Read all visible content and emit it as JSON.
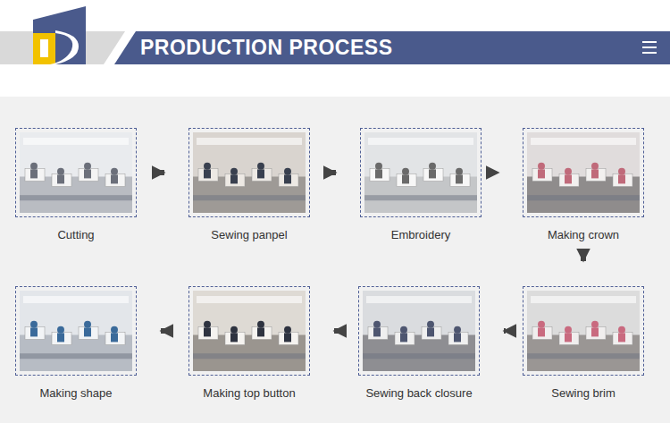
{
  "diagram": {
    "title": "PRODUCTION PROCESS",
    "nodes": [
      {
        "text": [
          "Cutting"
        ]
      },
      {
        "text": [
          "Sewing panpel"
        ]
      },
      {
        "text": [
          "Embroidery"
        ]
      },
      {
        "text": [
          "Making crown"
        ]
      },
      {
        "text": [
          "Sewing brim"
        ]
      },
      {
        "text": [
          "Sewing back closure"
        ]
      },
      {
        "text": [
          "Making top button"
        ]
      },
      {
        "text": [
          "Making shape"
        ]
      }
    ],
    "edges": [
      {
        "from": 0,
        "to": 1,
        "arrow": "to"
      },
      {
        "from": 1,
        "to": 2,
        "arrow": "to"
      },
      {
        "from": 2,
        "to": 3,
        "arrow": "to"
      },
      {
        "from": 3,
        "to": 4,
        "arrow": "to"
      },
      {
        "from": 4,
        "to": 5,
        "arrow": "to"
      },
      {
        "from": 5,
        "to": 6,
        "arrow": "to"
      },
      {
        "from": 6,
        "to": 7,
        "arrow": "to"
      }
    ]
  }
}
